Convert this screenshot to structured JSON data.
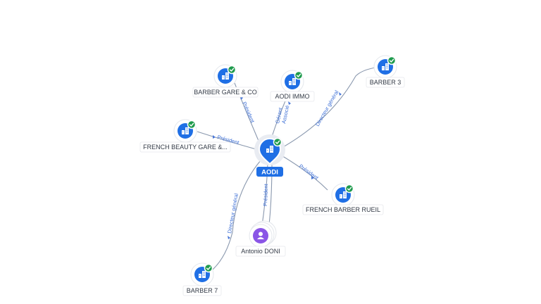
{
  "graph": {
    "center": {
      "label": "AODI",
      "icon": "building-icon",
      "verified": true
    },
    "companies": [
      {
        "id": "barber-gare",
        "label": "BARBER GARE & CO",
        "icon": "building-icon",
        "verified": true,
        "relation": "Président"
      },
      {
        "id": "aodi-immo",
        "label": "AODI IMMO",
        "icon": "building-icon",
        "verified": true,
        "relation": "Gérant Associé"
      },
      {
        "id": "barber-3",
        "label": "BARBER 3",
        "icon": "building-icon",
        "verified": true,
        "relation": "Directeur général"
      },
      {
        "id": "french-beauty",
        "label": "FRENCH BEAUTY GARE &...",
        "icon": "building-icon",
        "verified": true,
        "relation": "Président"
      },
      {
        "id": "french-barber-rueil",
        "label": "FRENCH BARBER RUEIL",
        "icon": "building-icon",
        "verified": true,
        "relation": "Président"
      },
      {
        "id": "barber-7",
        "label": "BARBER 7",
        "icon": "building-icon",
        "verified": true,
        "relation": "Directeur général"
      }
    ],
    "person": {
      "label": "Antonio DONI",
      "icon": "person-icon",
      "relation": "Président"
    }
  },
  "colors": {
    "accent": "#1f6fe5",
    "verified": "#1f9b4d",
    "person": "#8a55e6",
    "edge": "#8a98ae",
    "edge_label": "#3d6fd6"
  }
}
